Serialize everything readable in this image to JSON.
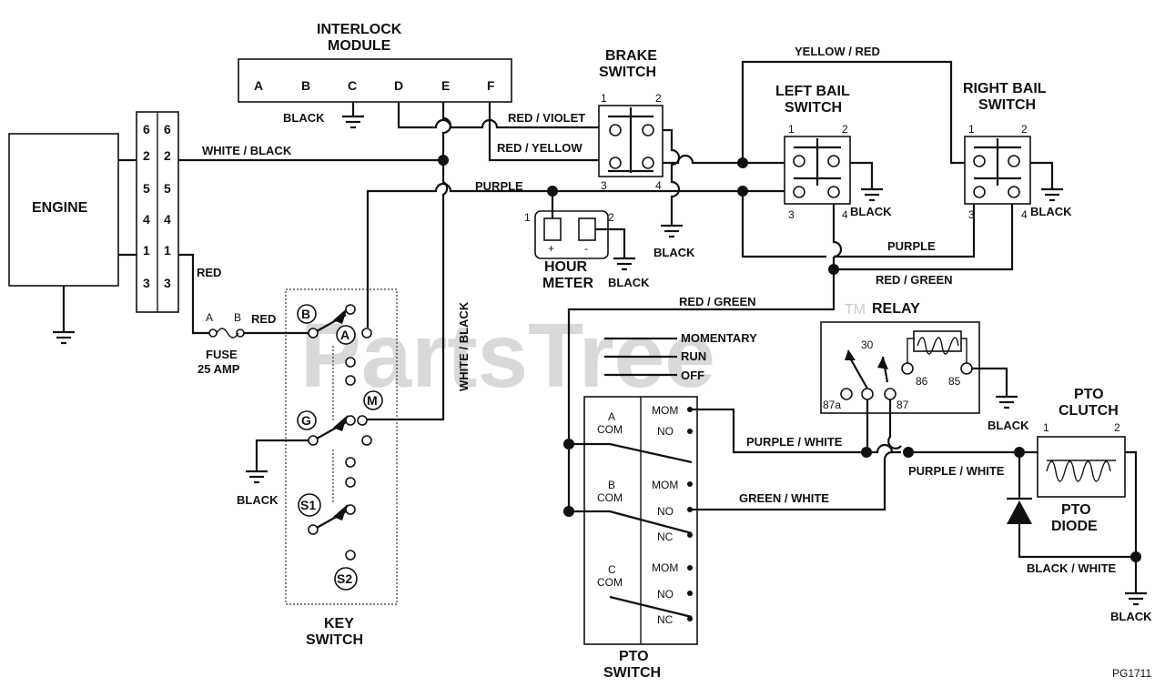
{
  "watermark": "PartsTree",
  "trademark": "TM",
  "page_code": "PG1711",
  "engine": {
    "label": "ENGINE"
  },
  "connector": {
    "pins_left": [
      "6",
      "2",
      "5",
      "4",
      "1",
      "3"
    ],
    "pins_right": [
      "6",
      "2",
      "5",
      "4",
      "1",
      "3"
    ]
  },
  "interlock": {
    "title1": "INTERLOCK",
    "title2": "MODULE",
    "terminals": [
      "A",
      "B",
      "C",
      "D",
      "E",
      "F"
    ]
  },
  "brake_switch": {
    "title1": "BRAKE",
    "title2": "SWITCH",
    "terminals": [
      "1",
      "2",
      "3",
      "4"
    ]
  },
  "left_bail": {
    "title1": "LEFT BAIL",
    "title2": "SWITCH",
    "terminals": [
      "1",
      "2",
      "3",
      "4"
    ]
  },
  "right_bail": {
    "title1": "RIGHT BAIL",
    "title2": "SWITCH",
    "terminals": [
      "1",
      "2",
      "3",
      "4"
    ]
  },
  "hour_meter": {
    "title1": "HOUR",
    "title2": "METER",
    "terminals": [
      "1",
      "2"
    ],
    "plus": "+",
    "minus": "-"
  },
  "fuse": {
    "title1": "FUSE",
    "title2": "25 AMP",
    "terminals": [
      "A",
      "B"
    ]
  },
  "key_switch": {
    "title1": "KEY",
    "title2": "SWITCH",
    "terminals": [
      "B",
      "A",
      "M",
      "G",
      "S1",
      "S2"
    ]
  },
  "relay": {
    "title": "RELAY",
    "terminals": [
      "30",
      "87a",
      "87",
      "86",
      "85"
    ]
  },
  "pto_switch": {
    "title1": "PTO",
    "title2": "SWITCH",
    "positions": [
      "MOMENTARY",
      "RUN",
      "OFF"
    ],
    "sections": [
      {
        "name": "A",
        "com": "COM",
        "mom": "MOM",
        "no": "NO"
      },
      {
        "name": "B",
        "com": "COM",
        "mom": "MOM",
        "no": "NO",
        "nc": "NC"
      },
      {
        "name": "C",
        "com": "COM",
        "mom": "MOM",
        "no": "NO",
        "nc": "NC"
      }
    ]
  },
  "pto_clutch": {
    "title1": "PTO",
    "title2": "CLUTCH",
    "terminals": [
      "1",
      "2"
    ]
  },
  "pto_diode": {
    "title1": "PTO",
    "title2": "DIODE"
  },
  "wire_labels": {
    "white_black_h": "WHITE / BLACK",
    "white_black_v": "WHITE / BLACK",
    "red": "RED",
    "red_fuse": "RED",
    "purple": "PURPLE",
    "purple_bail": "PURPLE",
    "red_violet": "RED / VIOLET",
    "red_yellow": "RED / YELLOW",
    "yellow_red": "YELLOW / RED",
    "red_green": "RED / GREEN",
    "red_green_2": "RED / GREEN",
    "purple_white": "PURPLE / WHITE",
    "purple_white_2": "PURPLE / WHITE",
    "green_white": "GREEN / WHITE",
    "black_white": "BLACK / WHITE"
  },
  "grounds": {
    "interlock": "BLACK",
    "brake": "BLACK",
    "left_bail": "BLACK",
    "right_bail": "BLACK",
    "hour_meter": "BLACK",
    "key": "BLACK",
    "relay": "BLACK",
    "clutch": "BLACK"
  }
}
